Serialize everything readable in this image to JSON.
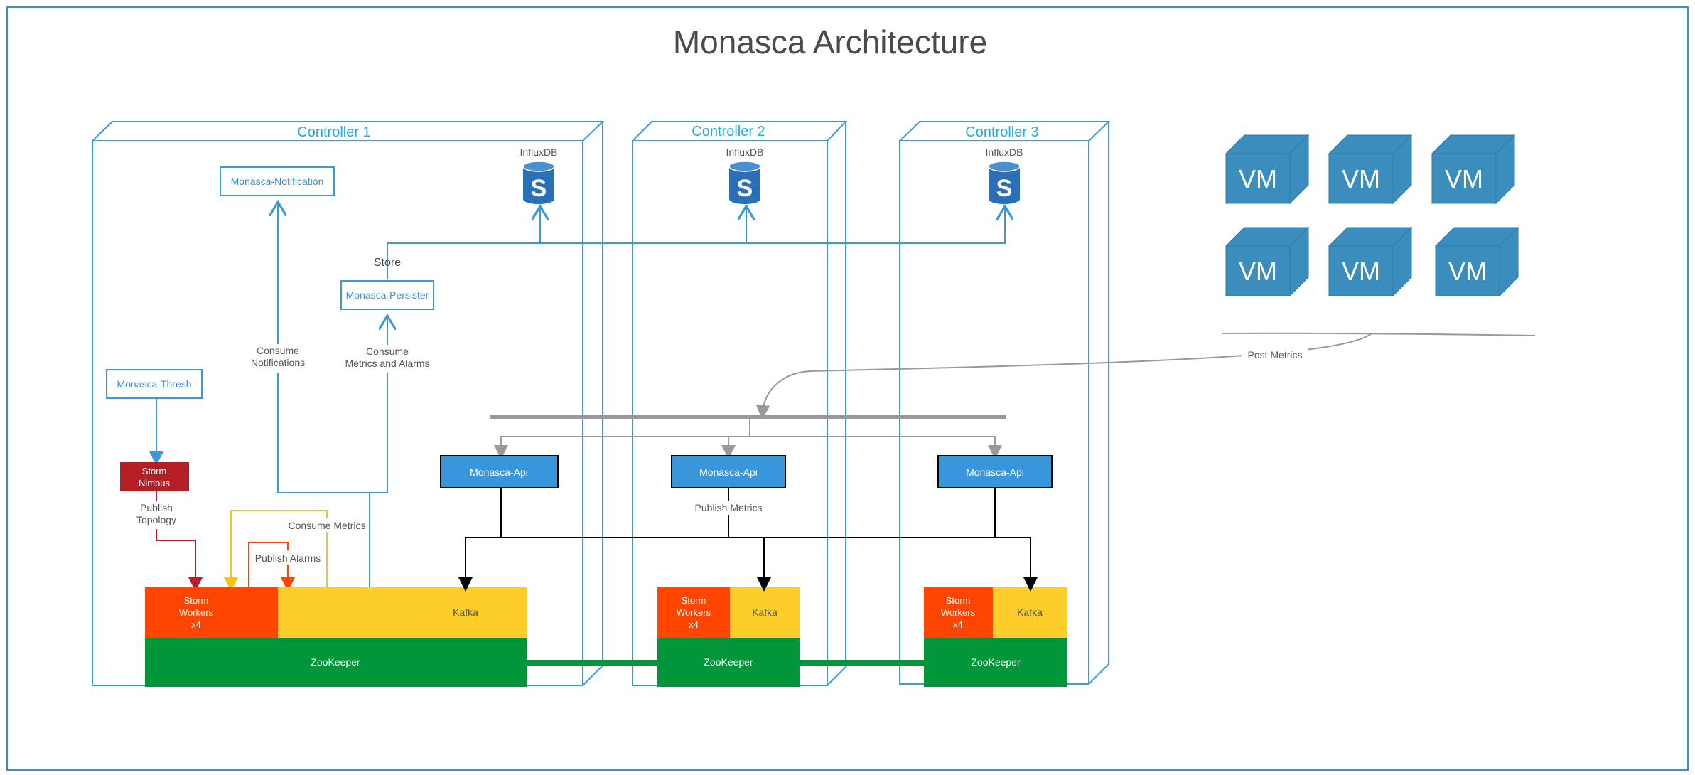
{
  "title": "Monasca Architecture",
  "controllers": [
    {
      "label": "Controller 1",
      "influx_label": "InfluxDB",
      "db_glyph": "S"
    },
    {
      "label": "Controller 2",
      "influx_label": "InfluxDB",
      "db_glyph": "S"
    },
    {
      "label": "Controller 3",
      "influx_label": "InfluxDB",
      "db_glyph": "S"
    }
  ],
  "services": {
    "notification": "Monasca-Notification",
    "persister": "Monasca-Persister",
    "thresh": "Monasca-Thresh",
    "api": "Monasca-Api"
  },
  "storm_nimbus": {
    "line1": "Storm",
    "line2": "Nimbus"
  },
  "storm_workers": {
    "line1": "Storm",
    "line2": "Workers",
    "line3": "x4"
  },
  "kafka": "Kafka",
  "zookeeper": "ZooKeeper",
  "vm_label": "VM",
  "edge_labels": {
    "store": "Store",
    "consume_notifications_1": "Consume",
    "consume_notifications_2": "Notifications",
    "consume_metrics_alarms_1": "Consume",
    "consume_metrics_alarms_2": "Metrics and Alarms",
    "publish_topology_1": "Publish",
    "publish_topology_2": "Topology",
    "consume_metrics": "Consume Metrics",
    "publish_alarms": "Publish Alarms",
    "publish_metrics": "Publish Metrics",
    "post_metrics": "Post Metrics"
  },
  "colors": {
    "frame": "#3a8fd1",
    "controller": "#3a9ad9",
    "controller_title": "#29a8e0",
    "service_text": "#3a8fd1",
    "api_fill": "#3a96db",
    "nimbus": "#b31f24",
    "storm_workers": "#ff4500",
    "kafka": "#fdcd2b",
    "zookeeper": "#009639",
    "vm": "#3b8dbd",
    "vm_dark": "#2f7aa6",
    "db": "#2a6fb8",
    "gray": "#999999",
    "title_text": "#4a4a4a"
  }
}
